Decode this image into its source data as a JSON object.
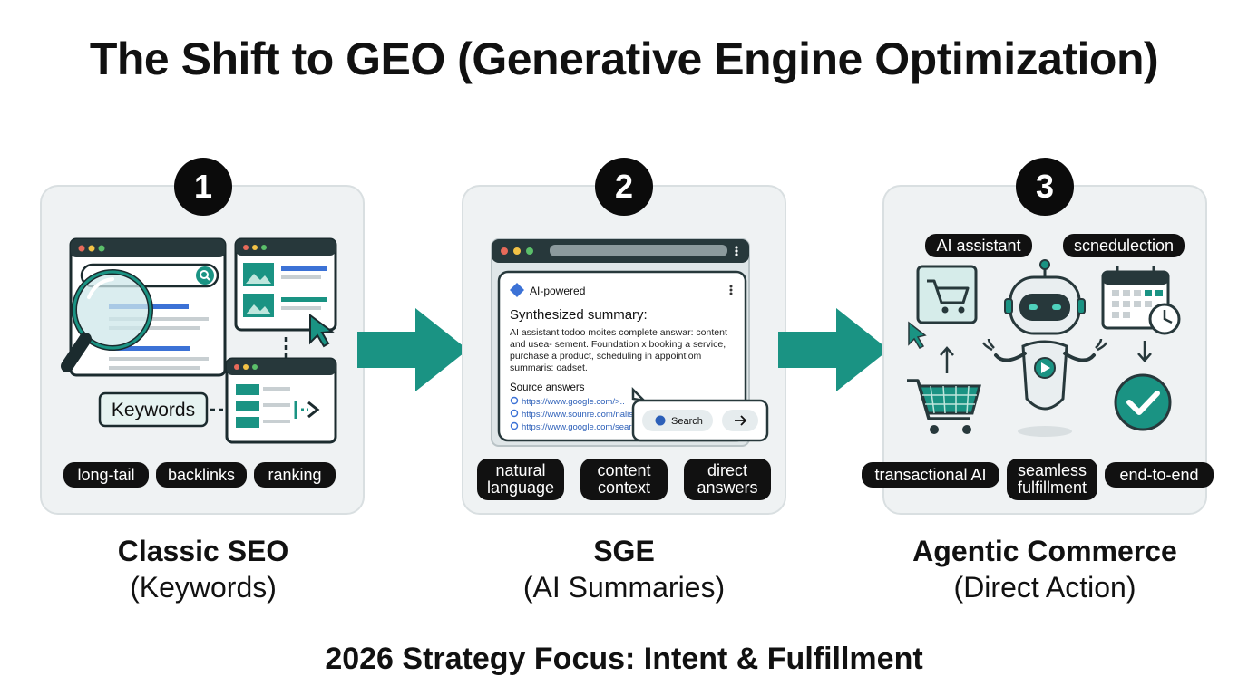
{
  "title": "The Shift to GEO (Generative Engine Optimization)",
  "colors": {
    "teal": "#1a9383",
    "dark": "#111111",
    "panel_bg": "#eff2f3",
    "panel_border": "#d9dfe1"
  },
  "stages": [
    {
      "number": "1",
      "title": "Classic SEO",
      "subtitle": "(Keywords)",
      "illustration": {
        "keywords_label": "Keywords"
      },
      "tags": [
        "long-tail",
        "backlinks",
        "ranking"
      ]
    },
    {
      "number": "2",
      "title": "SGE",
      "subtitle": "(AI Summaries)",
      "illustration": {
        "badge": "AI-powered",
        "heading": "Synthesized summary:",
        "lines": [
          "AI assistant todoo moites complete answar: content",
          "and usea- sement. Foundation x booking a service,",
          "purchase a product, scheduling in appointiom",
          "summaris: oadset."
        ],
        "sources_heading": "Source answers",
        "sources": [
          "https://www.google.com/>..",
          "https://www.sounre.com/nalis",
          "https://www.google.com/sear"
        ],
        "search_button": "Search"
      },
      "tags": [
        "natural\nlanguage",
        "content\ncontext",
        "direct\nanswers"
      ]
    },
    {
      "number": "3",
      "title": "Agentic Commerce",
      "subtitle": "(Direct Action)",
      "illustration": {
        "top_tags": [
          "AI assistant",
          "scnedulection"
        ]
      },
      "tags": [
        "transactional AI",
        "seamless\nfulfillment",
        "end-to-end"
      ]
    }
  ],
  "footer": "2026 Strategy Focus: Intent & Fulfillment"
}
